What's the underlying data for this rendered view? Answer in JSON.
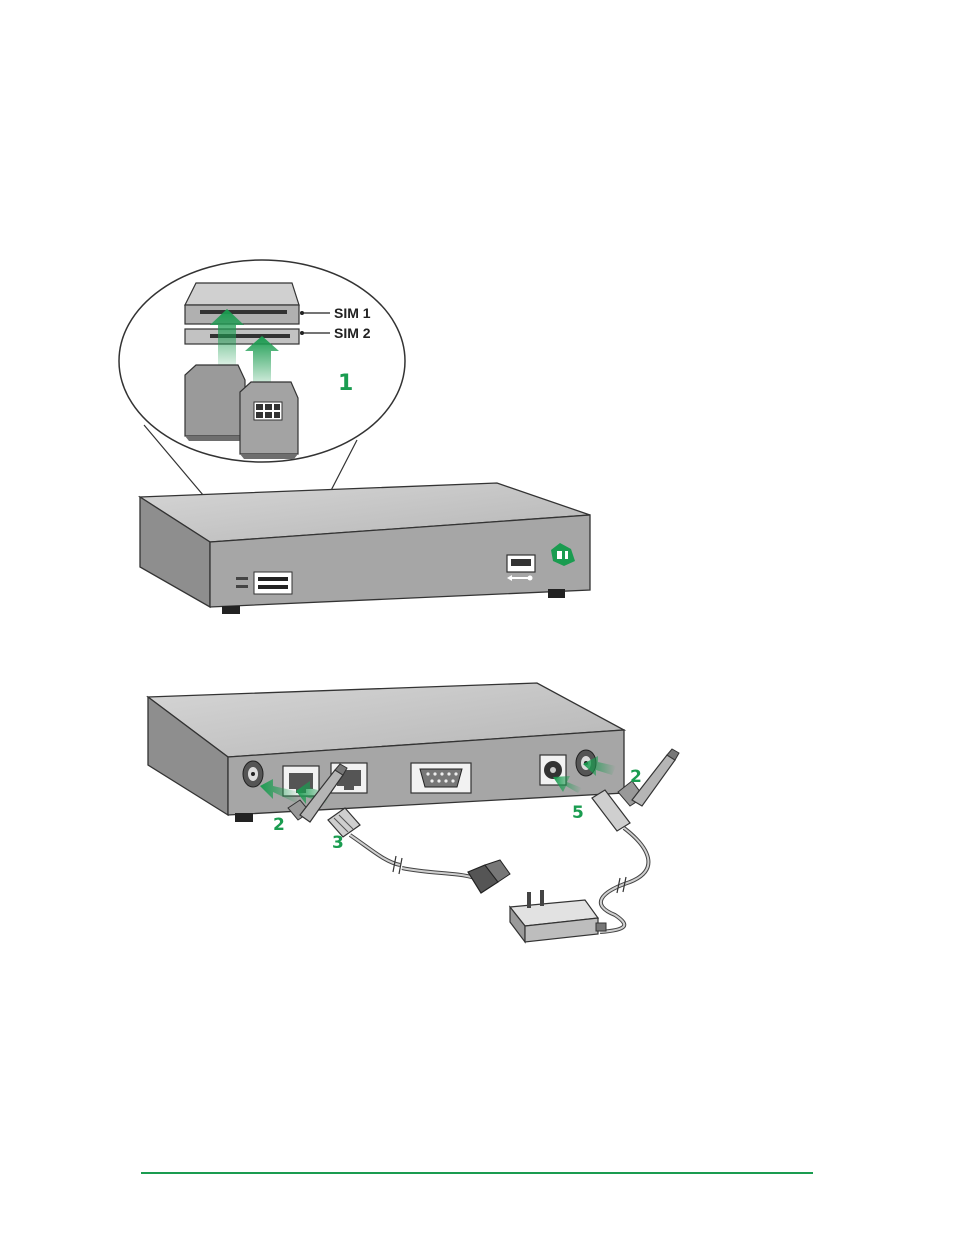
{
  "figure": {
    "sim_labels": {
      "sim1": "SIM 1",
      "sim2": "SIM 2"
    },
    "callouts": {
      "step1": "1",
      "step2_left": "2",
      "step2_right": "2",
      "step3": "3",
      "step5": "5"
    }
  },
  "colors": {
    "accent_green": "#1a9c50",
    "device_top": "#c4c4c4",
    "device_front": "#a9a9a9",
    "device_side": "#8c8c8c",
    "outline": "#333333"
  },
  "icons": [
    "sim-card-icon",
    "usb-icon",
    "digi-logo-icon",
    "antenna-icon",
    "ethernet-port-icon",
    "serial-port-icon",
    "power-jack-icon",
    "power-adapter-icon"
  ]
}
